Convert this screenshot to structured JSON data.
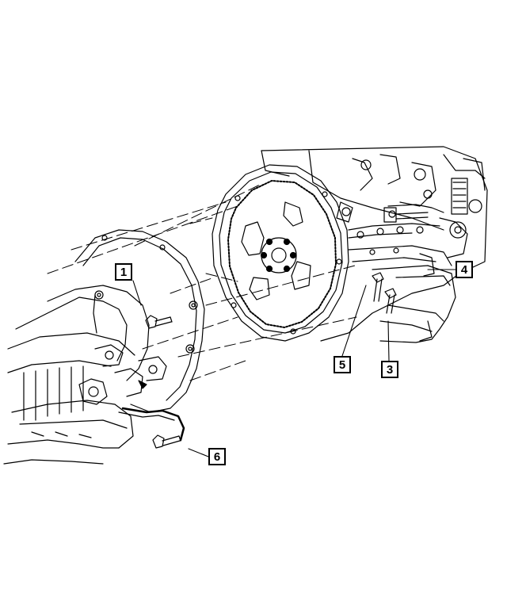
{
  "diagram": {
    "callouts": [
      {
        "id": "1",
        "label": "1"
      },
      {
        "id": "3",
        "label": "3"
      },
      {
        "id": "4",
        "label": "4"
      },
      {
        "id": "5",
        "label": "5"
      },
      {
        "id": "6",
        "label": "6"
      }
    ]
  },
  "colors": {
    "line": "#000000",
    "background": "#ffffff"
  }
}
